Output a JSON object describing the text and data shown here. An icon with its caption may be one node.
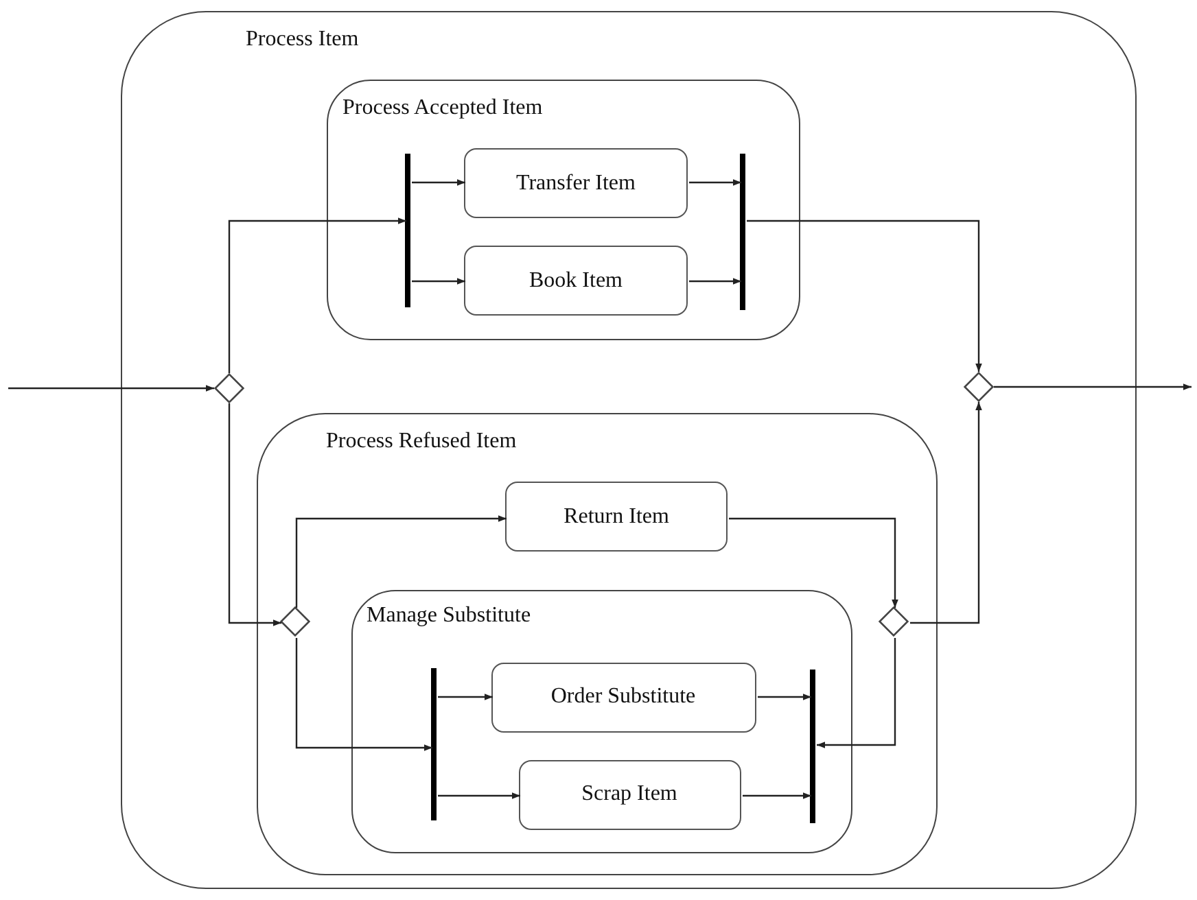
{
  "diagram": {
    "nodes": [
      {
        "text": [
          "Process Item"
        ]
      },
      {
        "text": [
          "Process Accepted Item"
        ],
        "in": 0
      },
      {
        "text": [],
        "shape": "bar",
        "in": 1
      },
      {
        "text": [
          "Transfer Item"
        ],
        "in": 1
      },
      {
        "text": [
          "Book Item"
        ],
        "in": 1
      },
      {
        "text": [],
        "shape": "bar",
        "in": 1
      },
      {
        "text": [],
        "shape": "diamond",
        "in": 0
      },
      {
        "text": [],
        "shape": "diamond",
        "in": 0
      },
      {
        "text": [
          "Process Refused Item"
        ],
        "in": 0
      },
      {
        "text": [],
        "shape": "diamond",
        "in": 8
      },
      {
        "text": [
          "Return Item"
        ],
        "in": 8
      },
      {
        "text": [
          "Manage Substitute"
        ],
        "in": 8
      },
      {
        "text": [],
        "shape": "bar",
        "in": 11
      },
      {
        "text": [
          "Order Substitute"
        ],
        "in": 11
      },
      {
        "text": [
          "Scrap Item"
        ],
        "in": 11
      },
      {
        "text": [],
        "shape": "bar",
        "in": 11
      },
      {
        "text": [],
        "shape": "diamond",
        "in": 8
      }
    ],
    "edges": [
      {
        "from": null,
        "to": 6,
        "arrow": "to"
      },
      {
        "from": 6,
        "to": 2,
        "arrow": "to"
      },
      {
        "from": 6,
        "to": 9,
        "arrow": "to"
      },
      {
        "from": 2,
        "to": 3,
        "arrow": "to"
      },
      {
        "from": 2,
        "to": 4,
        "arrow": "to"
      },
      {
        "from": 3,
        "to": 5,
        "arrow": "to"
      },
      {
        "from": 4,
        "to": 5,
        "arrow": "to"
      },
      {
        "from": 5,
        "to": 7,
        "arrow": "to"
      },
      {
        "from": 7,
        "to": null,
        "arrow": "to"
      },
      {
        "from": 9,
        "to": 10,
        "arrow": "to"
      },
      {
        "from": 9,
        "to": 12,
        "arrow": "to"
      },
      {
        "from": 12,
        "to": 13,
        "arrow": "to"
      },
      {
        "from": 12,
        "to": 14,
        "arrow": "to"
      },
      {
        "from": 13,
        "to": 15,
        "arrow": "to"
      },
      {
        "from": 14,
        "to": 15,
        "arrow": "to"
      },
      {
        "from": 10,
        "to": 16,
        "arrow": "to"
      },
      {
        "from": 16,
        "to": 15,
        "arrow": "to"
      },
      {
        "from": 16,
        "to": 7,
        "arrow": "to"
      }
    ]
  }
}
